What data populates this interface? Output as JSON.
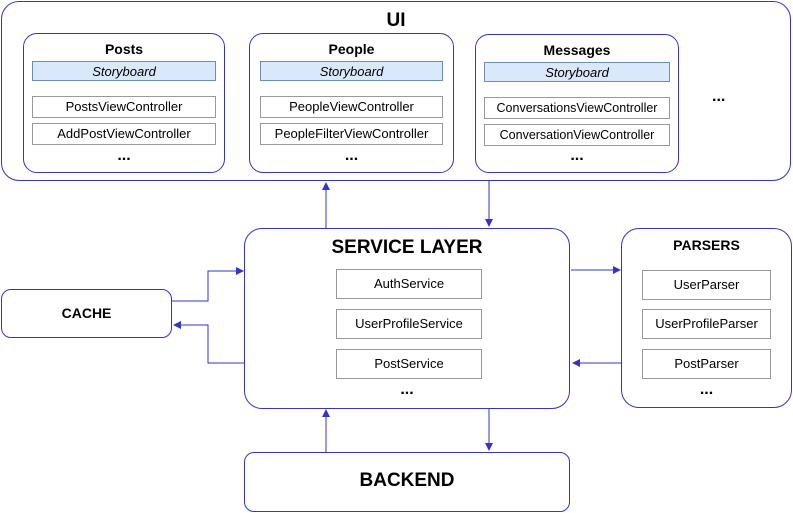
{
  "ui": {
    "title": "UI",
    "more": "...",
    "modules": [
      {
        "title": "Posts",
        "storyboard": "Storyboard",
        "items": [
          "PostsViewController",
          "AddPostViewController"
        ],
        "more": "..."
      },
      {
        "title": "People",
        "storyboard": "Storyboard",
        "items": [
          "PeopleViewController",
          "PeopleFilterViewController"
        ],
        "more": "..."
      },
      {
        "title": "Messages",
        "storyboard": "Storyboard",
        "items": [
          "ConversationsViewController",
          "ConversationViewController"
        ],
        "more": "..."
      }
    ]
  },
  "service_layer": {
    "title": "SERVICE LAYER",
    "items": [
      "AuthService",
      "UserProfileService",
      "PostService"
    ],
    "more": "..."
  },
  "parsers": {
    "title": "PARSERS",
    "items": [
      "UserParser",
      "UserProfileParser",
      "PostParser"
    ],
    "more": "..."
  },
  "cache": {
    "title": "CACHE"
  },
  "backend": {
    "title": "BACKEND"
  },
  "colors": {
    "border": "#3333cc",
    "storyboard_fill": "#dae8fc",
    "storyboard_border": "#6c8ebf",
    "item_border": "#999999"
  }
}
